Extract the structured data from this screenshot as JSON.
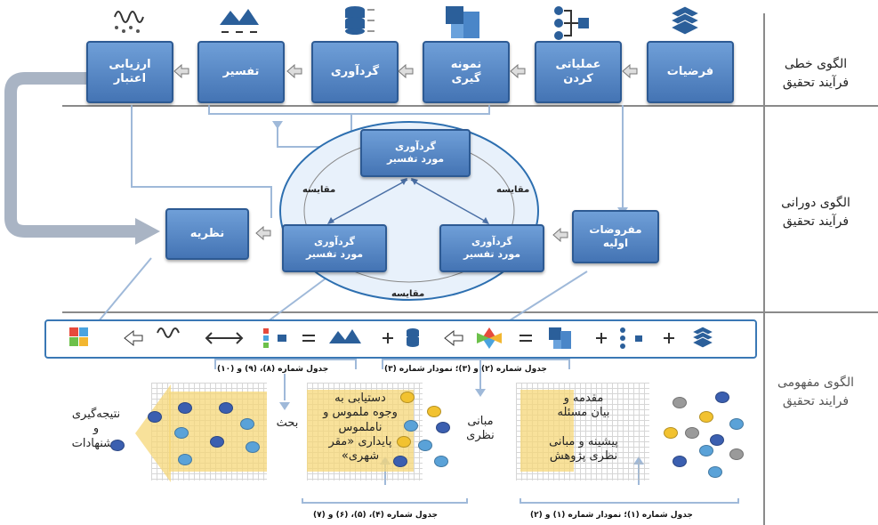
{
  "rows": {
    "linear": "الگوی خطی\nفرآیند تحقیق",
    "cyclic": "الگوی دورانی\nفرآیند تحقیق",
    "conceptual": "الگوی مفهومی\nفرایند تحقیق"
  },
  "linear_boxes": [
    "فرضیات",
    "عملیاتی\nکردن",
    "نمونه\nگیری",
    "گردآوری",
    "تفسیر",
    "ارزیابی\nاعتبار"
  ],
  "cyclic": {
    "top": "گردآوری\nمورد   تفسیر",
    "left": "گردآوری\nمورد   تفسیر",
    "right": "گردآوری\nمورد   تفسیر",
    "initial": "مفروضات\nاولیه",
    "theory": "نظریه",
    "compare_left": "مقایسه",
    "compare_right": "مقایسه",
    "compare_bottom": "مقایسه"
  },
  "table_notes": {
    "top_left": "جدول شماره (۸)، (۹) و (۱۰)",
    "top_right": "جدول شماره (۲) و (۳)؛ نمودار شماره (۳)",
    "bottom_left": "جدول شماره (۴)، (۵)، (۶) و (۷)",
    "bottom_right": "جدول شماره (۱)؛ نمودار شماره (۱) و (۲)"
  },
  "panels": {
    "conclusion": "نتیجه‌گیری\nو\nپیشنهادات",
    "discussion": "بحث",
    "access": "دستیابی به\nوجوه ملموس و\nناملموس\nپایداری «مقر\nشهری»",
    "theory_basis": "مبانی\nنظری",
    "intro": "مقدمه و\nبیان مسئله\n\nپیشینه و مبانی\nنظری پژوهش"
  },
  "colors": {
    "box": "#4f7fc0",
    "band_border": "#3a78b5",
    "yellow": "#f1cf6e",
    "dot_blue": "#3b5fb0",
    "dot_light": "#5aa2d8",
    "dot_gray": "#9a9a9a",
    "dot_yellow": "#f2c230"
  }
}
